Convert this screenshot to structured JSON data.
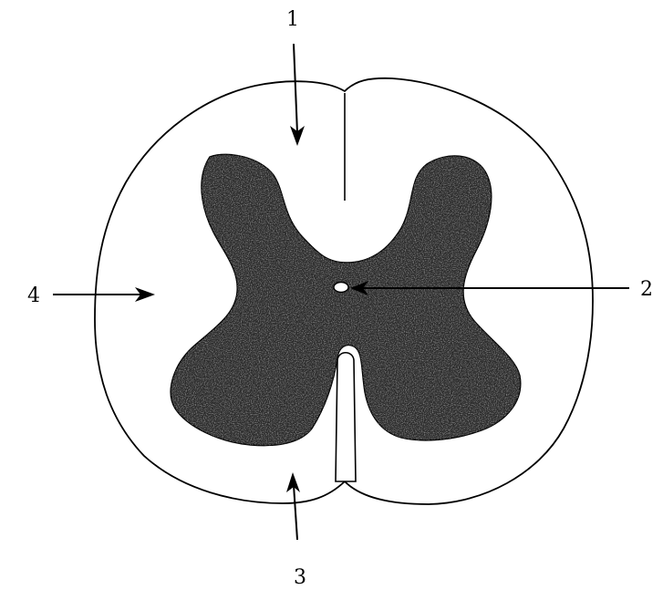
{
  "labels": {
    "one": "1",
    "two": "2",
    "three": "3",
    "four": "4"
  },
  "colors": {
    "grey_matter": "#2a2a2a",
    "white_matter": "#ffffff",
    "line": "#000000"
  }
}
